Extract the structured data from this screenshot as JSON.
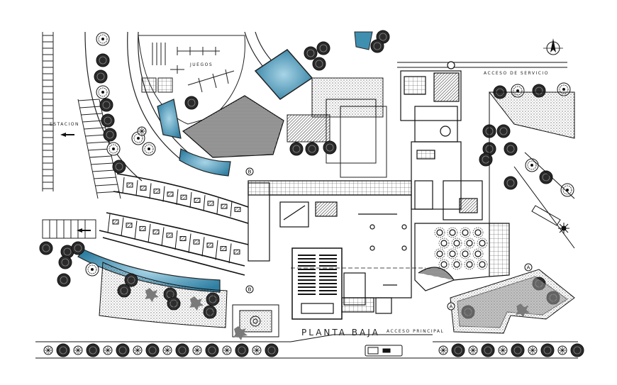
{
  "plan": {
    "title": "PLANTA BAJA",
    "labels": {
      "juegos": "JUEGOS",
      "acceso_servicio": "ACCESO DE SERVICIO",
      "acceso_principal": "ACCESO PRINCIPAL",
      "estacionamiento": "ESTACION"
    },
    "section_markers": [
      "B",
      "B",
      "A",
      "A"
    ],
    "colors": {
      "line": "#1a1a1a",
      "water": "#3f8fb0",
      "water_light": "#8fc3d9",
      "foliage": "#222222",
      "stone": "#7a7a7a"
    },
    "icons": [
      "north-arrow-icon",
      "tree-icon",
      "vehicle-icon",
      "compass-rose-icon"
    ]
  }
}
